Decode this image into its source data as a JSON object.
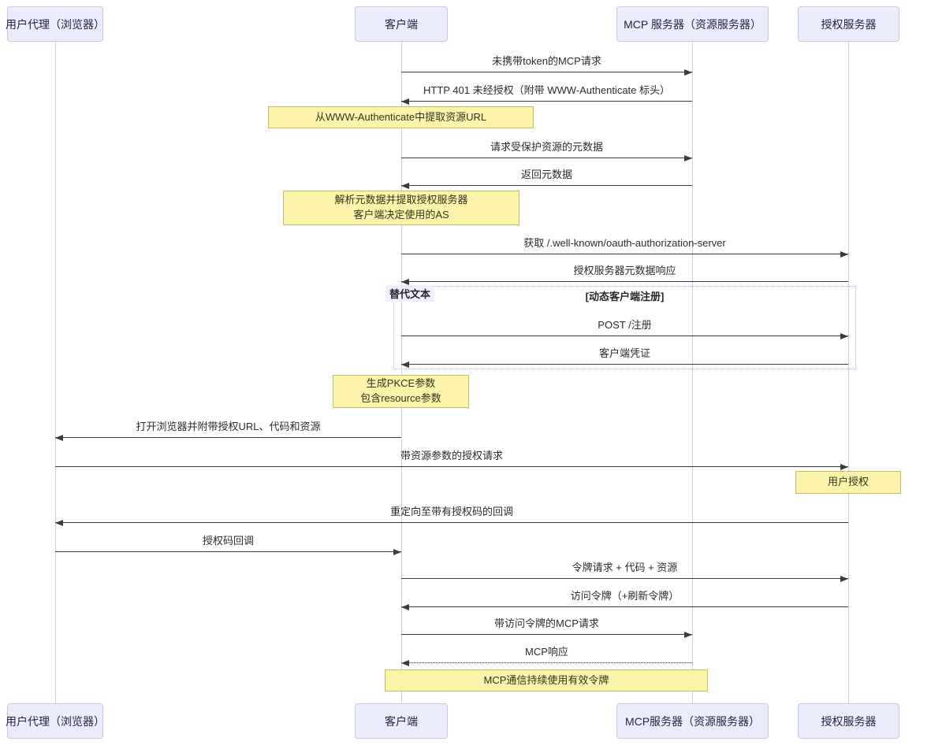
{
  "diagram": {
    "type": "sequence-diagram",
    "actors": {
      "top": [
        "用户代理（浏览器）",
        "客户端",
        "MCP 服务器（资源服务器）",
        "授权服务器"
      ],
      "bottom": [
        "用户代理（浏览器）",
        "客户端",
        "MCP服务器（资源服务器）",
        "授权服务器"
      ]
    },
    "messages": [
      {
        "from": "客户端",
        "to": "MCP服务器",
        "label": "未携带token的MCP请求",
        "line": "solid"
      },
      {
        "from": "MCP服务器",
        "to": "客户端",
        "label": "HTTP 401 未经授权（附带 WWW-Authenticate 标头）",
        "line": "solid"
      },
      {
        "from": "客户端",
        "to": "MCP服务器",
        "label": "请求受保护资源的元数据",
        "line": "solid"
      },
      {
        "from": "MCP服务器",
        "to": "客户端",
        "label": "返回元数据",
        "line": "solid"
      },
      {
        "from": "客户端",
        "to": "授权服务器",
        "label": "获取 /.well-known/oauth-authorization-server",
        "line": "solid"
      },
      {
        "from": "授权服务器",
        "to": "客户端",
        "label": "授权服务器元数据响应",
        "line": "solid"
      },
      {
        "from": "客户端",
        "to": "授权服务器",
        "label": "POST /注册",
        "line": "solid"
      },
      {
        "from": "授权服务器",
        "to": "客户端",
        "label": "客户端凭证",
        "line": "solid"
      },
      {
        "from": "客户端",
        "to": "用户代理",
        "label": "打开浏览器并附带授权URL、代码和资源",
        "line": "solid"
      },
      {
        "from": "用户代理",
        "to": "授权服务器",
        "label": "带资源参数的授权请求",
        "line": "solid"
      },
      {
        "from": "授权服务器",
        "to": "用户代理",
        "label": "重定向至带有授权码的回调",
        "line": "solid"
      },
      {
        "from": "用户代理",
        "to": "客户端",
        "label": "授权码回调",
        "line": "solid"
      },
      {
        "from": "客户端",
        "to": "授权服务器",
        "label": "令牌请求 + 代码 + 资源",
        "line": "solid"
      },
      {
        "from": "授权服务器",
        "to": "客户端",
        "label": "访问令牌（+刷新令牌）",
        "line": "solid"
      },
      {
        "from": "客户端",
        "to": "MCP服务器",
        "label": "带访问令牌的MCP请求",
        "line": "solid"
      },
      {
        "from": "MCP服务器",
        "to": "客户端",
        "label": "MCP响应",
        "line": "dotted"
      }
    ],
    "notes": [
      {
        "over": "客户端",
        "lines": [
          "从WWW-Authenticate中提取资源URL"
        ]
      },
      {
        "over": "客户端",
        "lines": [
          "解析元数据并提取授权服务器",
          "客户端决定使用的AS"
        ]
      },
      {
        "over": "客户端",
        "lines": [
          "生成PKCE参数",
          "包含resource参数"
        ]
      },
      {
        "over": "授权服务器",
        "lines": [
          "用户授权"
        ]
      },
      {
        "over": "客户端,MCP服务器",
        "lines": [
          "MCP通信持续使用有效令牌"
        ]
      }
    ],
    "alt": {
      "label": "替代文本",
      "condition": "[动态客户端注册]"
    },
    "colors": {
      "actor_fill": "#ececff",
      "actor_border": "#c9c9de",
      "lifeline": "#cfcfe8",
      "note_fill": "#fbf3a9",
      "note_border": "#c6bc67",
      "arrow": "#3b3b3b",
      "frame_border": "#b5b5e0",
      "text": "#262626"
    }
  }
}
